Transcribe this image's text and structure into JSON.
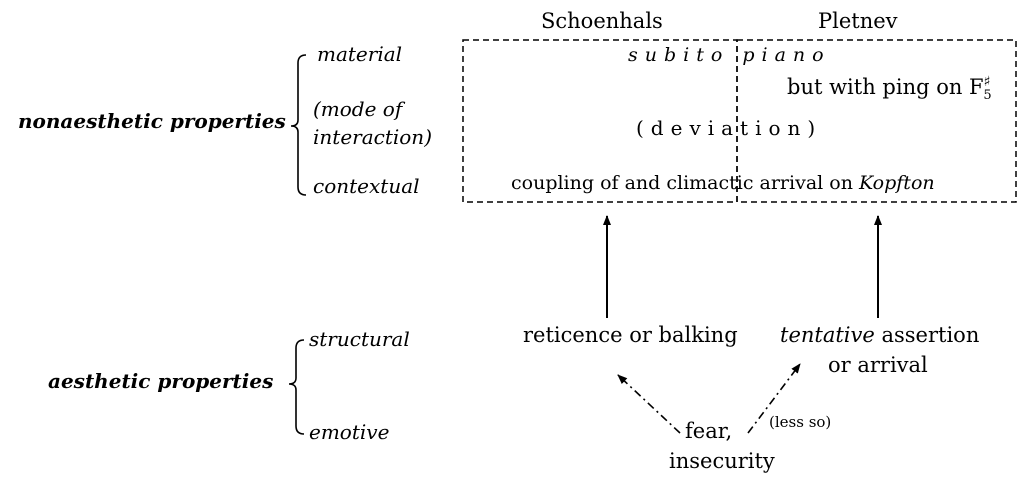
{
  "columns": {
    "left_header": "Schoenhals",
    "right_header": "Pletnev"
  },
  "nonaesthetic": {
    "group_label": "nonaesthetic properties",
    "items": [
      "material",
      "(mode of",
      "interaction)",
      "contextual"
    ]
  },
  "aesthetic": {
    "group_label": "aesthetic properties",
    "items": [
      "structural",
      "emotive"
    ]
  },
  "box_content": {
    "material_text": "subito piano",
    "ping_prefix": "but with ping on F",
    "ping_sharp": "♯",
    "ping_sub": "5",
    "deviation_text": "(deviation)",
    "contextual_prefix": "coupling of and climactic arrival on ",
    "contextual_italic": "Kopfton"
  },
  "effects": {
    "left": "reticence or balking",
    "right_italic": "tentative",
    "right_rest": " assertion",
    "right_line2": "or arrival"
  },
  "cause": {
    "line1": "fear,",
    "line2": "insecurity",
    "annotation": "(less so)"
  },
  "colors": {
    "ink": "#000000",
    "background": "#ffffff"
  }
}
